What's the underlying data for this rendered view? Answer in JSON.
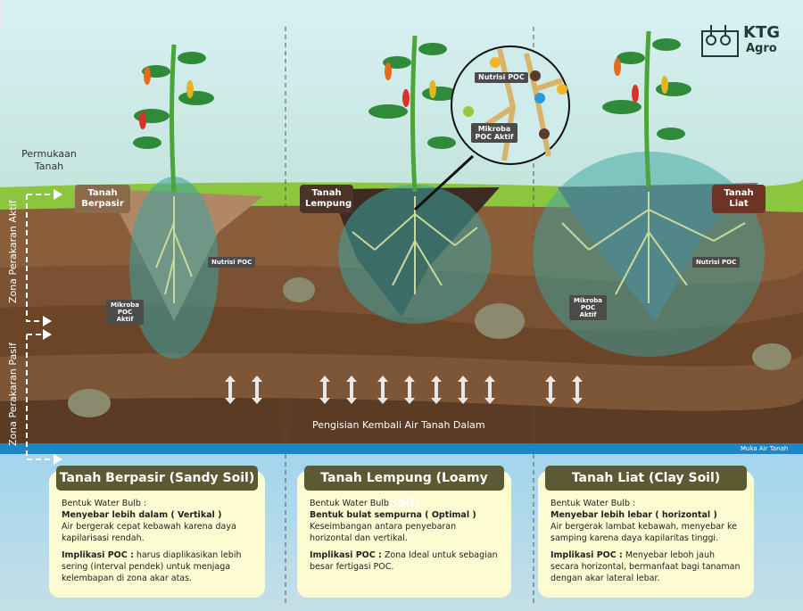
{
  "brand": {
    "name_line1": "KTG",
    "name_line2": "Agro"
  },
  "labels": {
    "surface": "Permukaan Tanah",
    "zone_active": "Zona Perakaran Aktif",
    "zone_passive": "Zona Perakaran Pasif",
    "recharge": "Pengisian Kembali Air Tanah Dalam",
    "water_table": "Muka Air Tanah"
  },
  "soils": [
    {
      "label": "Tanah Berpasir",
      "color": "#8b6a4b",
      "tags": {
        "nutrient": "Nutrisi POC",
        "microbe": "Mikroba POC Aktif"
      }
    },
    {
      "label": "Tanah Lempung",
      "color": "#4a3329"
    },
    {
      "label": "Tanah Liat",
      "color": "#6d3425",
      "tags": {
        "nutrient": "Nutrisi POC",
        "microbe": "Mikroba POC Aktif"
      }
    }
  ],
  "magnifier": {
    "nutrient": "Nutrisi POC",
    "microbe": "Mikroba POC Aktif"
  },
  "cards": [
    {
      "title": "Tanah Berpasir (Sandy Soil)",
      "bulb_label": "Bentuk Water Bulb :",
      "bulb_shape": "Menyebar lebih dalam ( Vertikal )",
      "bulb_desc": "Air bergerak cepat kebawah karena daya kapilarisasi rendah.",
      "poc_label": "Implikasi POC :",
      "poc_desc": " harus diaplikasikan lebih sering (interval pendek) untuk menjaga kelembapan di zona akar atas."
    },
    {
      "title": "Tanah Lempung (Loamy Soil)",
      "bulb_label": "Bentuk Water Bulb :",
      "bulb_shape": "Bentuk bulat sempurna ( Optimal )",
      "bulb_desc": "Keseimbangan antara penyebaran horizontal dan vertikal.",
      "poc_label": "Implikasi POC :",
      "poc_desc": " Zona Ideal untuk sebagian besar fertigasi POC."
    },
    {
      "title": "Tanah Liat (Clay Soil)",
      "bulb_label": "Bentuk Water Bulb :",
      "bulb_shape": "Menyebar lebih lebar ( horizontal )",
      "bulb_desc": "Air bergerak lambat kebawah, menyebar ke samping karena daya kapilaritas tinggi.",
      "poc_label": "Implikasi POC :",
      "poc_desc": " Menyebar leboh jauh secara horizontal, bermanfaat bagi tanaman dengan akar lateral lebar."
    }
  ],
  "colors": {
    "card_title": "#5b5a33",
    "card_bg": "#fdfbd2",
    "water_table": "#1f86c6",
    "grass": "#8cc63f",
    "bulb": "#3aa3a0"
  }
}
